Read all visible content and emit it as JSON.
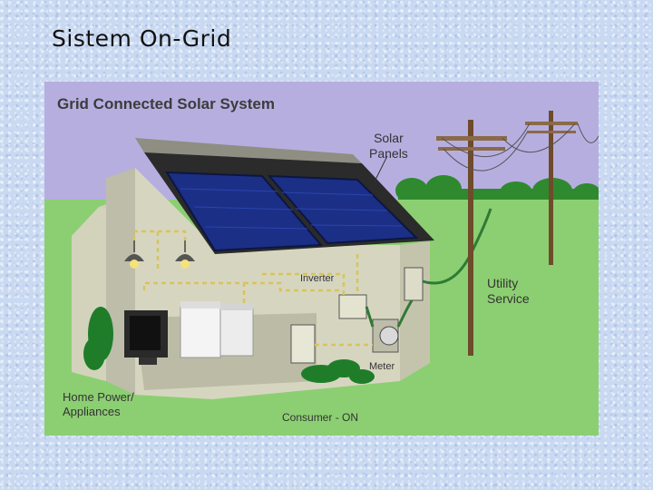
{
  "slide": {
    "title": "Sistem On-Grid"
  },
  "diagram": {
    "title": "Grid Connected  Solar System",
    "labels": {
      "solar_panels": "Solar\nPanels",
      "utility_service": "Utility\nService",
      "inverter": "Inverter",
      "meter": "Meter",
      "home_power": "Home Power/\nAppliances",
      "consumer": "Consumer - ON"
    }
  },
  "colors": {
    "sky": "#b7aee0",
    "grass": "#8ccf72",
    "house_wall": "#cfcfb8",
    "panel": "#1b2f86",
    "wire": "#3d7a3d"
  }
}
